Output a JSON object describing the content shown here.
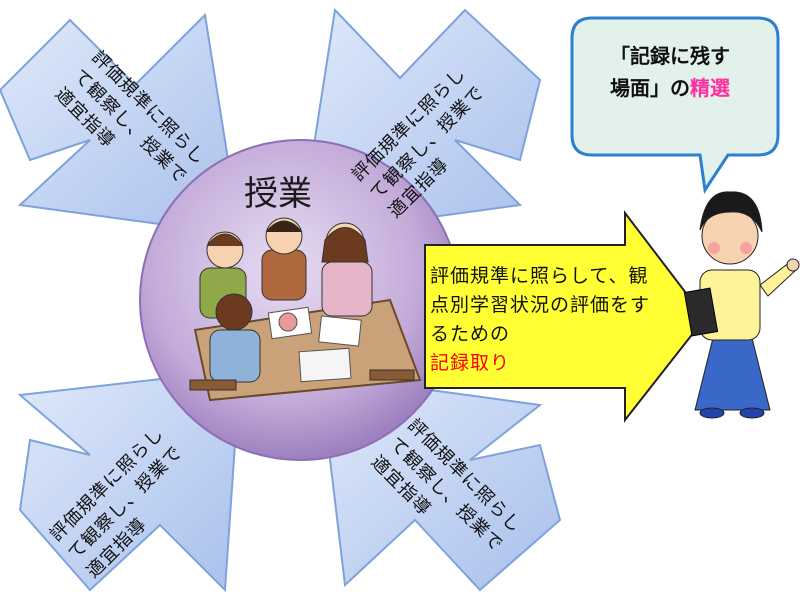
{
  "diagram": {
    "center_label": "授業",
    "arrow_labels": [
      "評価規準に照らして観察し、授業で適宜指導",
      "評価規準に照らして観察し、授業で適宜指導",
      "評価規準に照らして観察し、授業で適宜指導",
      "評価規準に照らして観察し、授業で適宜指導"
    ],
    "main_arrow": {
      "text": "評価規準に照らして、観点別学習状況の評価をするための",
      "highlight": "記録取り"
    },
    "speech_bubble": {
      "line1": "「記録に残す",
      "line2_prefix": "場面」の",
      "line2_highlight": "精選"
    }
  },
  "colors": {
    "arrow_fill": "#b9cdf0",
    "arrow_stroke": "#7da3da",
    "circle_fill": "#c6b0dc",
    "main_arrow_fill": "#ffff33",
    "bubble_fill": "#e0f0e8",
    "bubble_stroke": "#2d7fd0",
    "highlight_red": "#ff0000",
    "highlight_pink": "#ff2ea0"
  }
}
